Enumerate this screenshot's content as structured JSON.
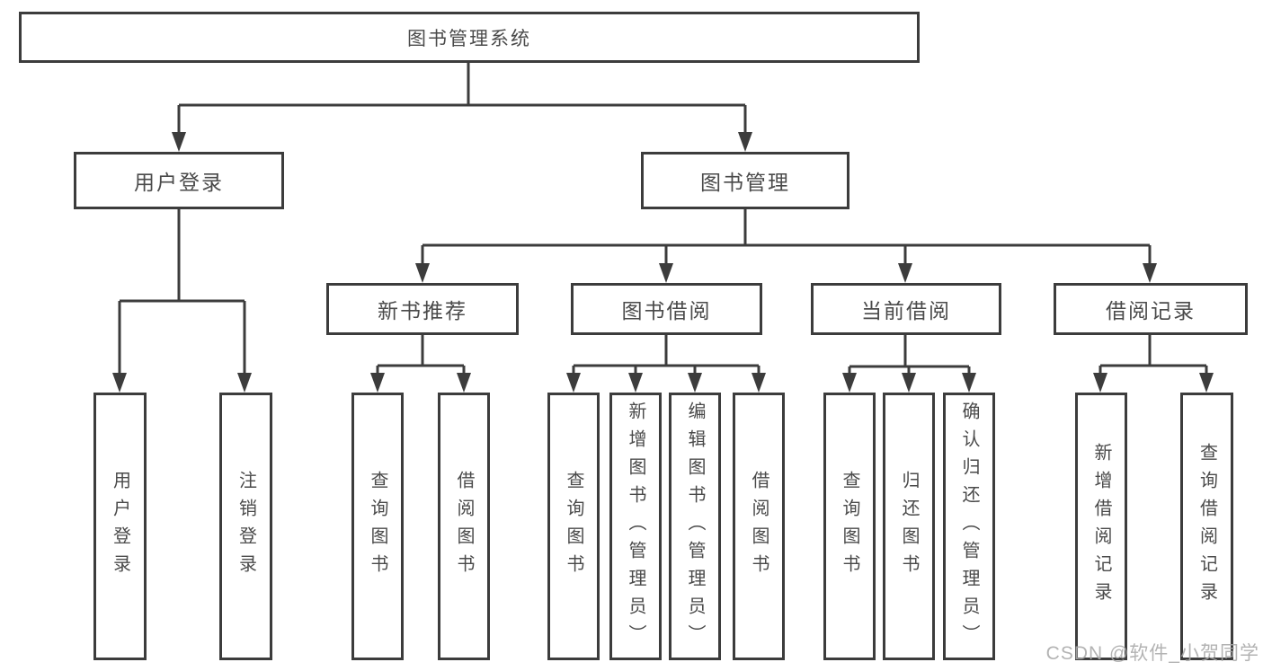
{
  "diagram": {
    "root": {
      "label": "图书管理系统"
    },
    "level2": [
      {
        "label": "用户登录"
      },
      {
        "label": "图书管理"
      }
    ],
    "level3": [
      {
        "label": "新书推荐"
      },
      {
        "label": "图书借阅"
      },
      {
        "label": "当前借阅"
      },
      {
        "label": "借阅记录"
      }
    ],
    "leaves": {
      "user_login": [
        "用户登录",
        "注销登录"
      ],
      "new_book_recommend": [
        "查询图书",
        "借阅图书"
      ],
      "book_borrow": [
        "查询图书",
        "新增图书（管理员）",
        "编辑图书（管理员）",
        "借阅图书"
      ],
      "current_borrow": [
        "查询图书",
        "归还图书",
        "确认归还（管理员）"
      ],
      "borrow_records": [
        "新增借阅记录",
        "查询借阅记录"
      ]
    },
    "colors": {
      "line": "#3c3c3c",
      "text": "#4a4a4a",
      "background": "#ffffff",
      "watermark": "#a8a8a8"
    },
    "watermark": "CSDN @软件_小贺同学"
  }
}
